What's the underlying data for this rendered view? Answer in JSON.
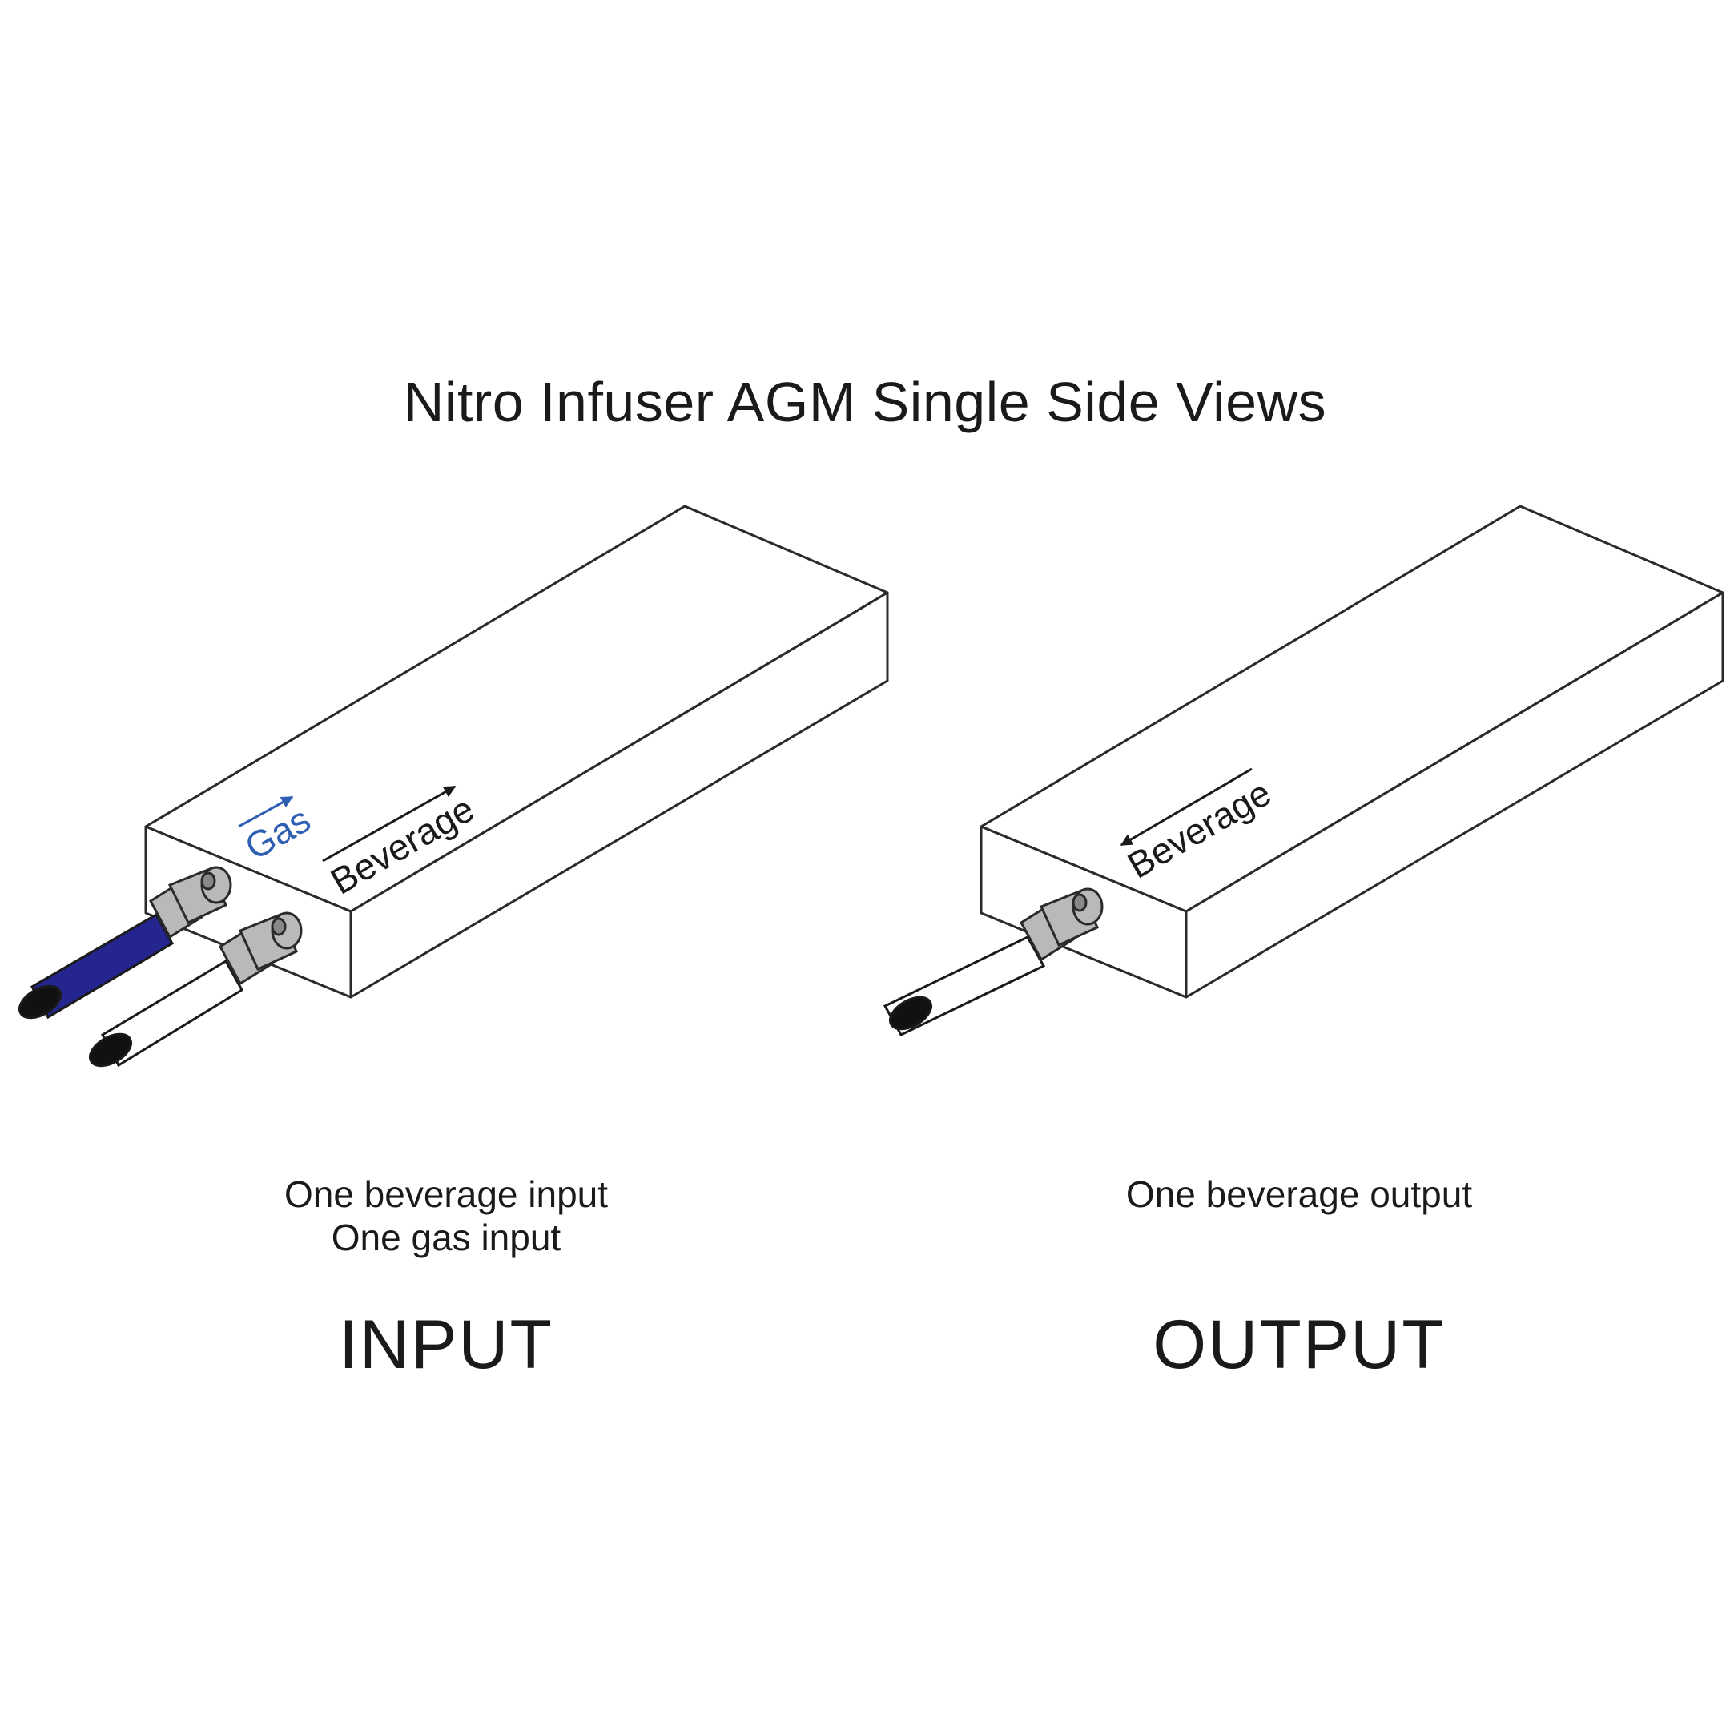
{
  "title": "Nitro Infuser AGM Single Side Views",
  "colors": {
    "outline": "#2a2a2a",
    "gas_text": "#2f5fb3",
    "blue_hose": "#25258f",
    "fitting": "#b9b9b9",
    "hose_white": "#ffffff"
  },
  "input": {
    "flow_labels": {
      "gas": "Gas",
      "beverage": "Beverage"
    },
    "description": [
      "One beverage input",
      "One gas input"
    ],
    "label": "INPUT"
  },
  "output": {
    "flow_labels": {
      "beverage": "Beverage"
    },
    "description": [
      "One beverage output"
    ],
    "label": "OUTPUT"
  }
}
